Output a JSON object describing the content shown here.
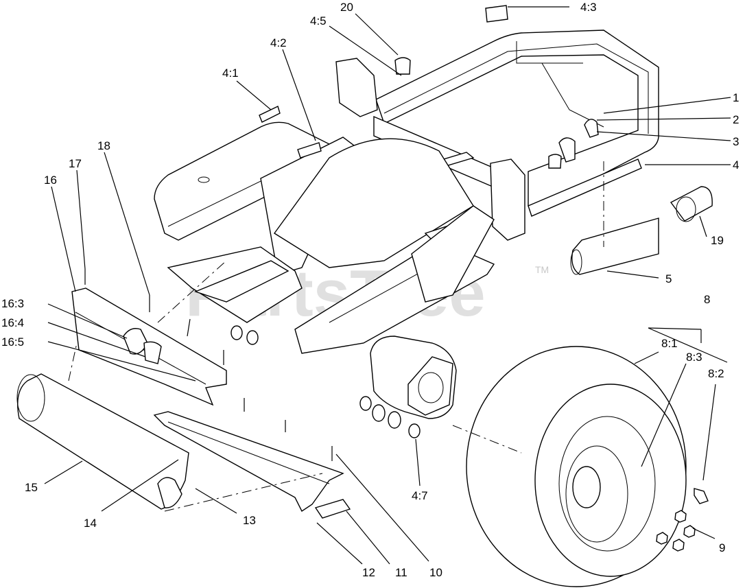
{
  "watermark": {
    "text": "PartsTree",
    "trademark": "TM"
  },
  "callouts": {
    "c20": "20",
    "c4_3": "4:3",
    "c4_5": "4:5",
    "c4_2": "4:2",
    "c4_1": "4:1",
    "c1": "1",
    "c2": "2",
    "c3": "3",
    "c4": "4",
    "c19": "19",
    "c5": "5",
    "c18": "18",
    "c17": "17",
    "c16": "16",
    "c16_3": "16:3",
    "c16_4": "16:4",
    "c16_5": "16:5",
    "c8": "8",
    "c8_1": "8:1",
    "c8_3": "8:3",
    "c8_2": "8:2",
    "c15": "15",
    "c14": "14",
    "c13": "13",
    "c12": "12",
    "c11": "11",
    "c10": "10",
    "c4_7": "4:7",
    "c9": "9"
  }
}
